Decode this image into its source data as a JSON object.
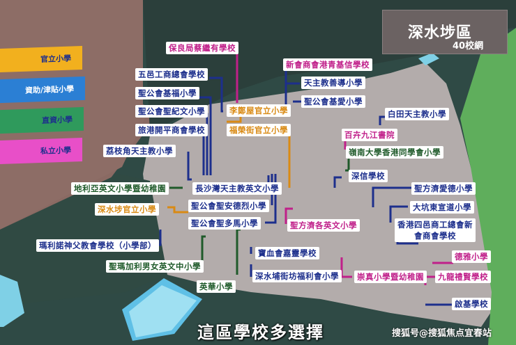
{
  "brand": {
    "title": "深水埗區",
    "subtitle": "40校網"
  },
  "legend": [
    {
      "label": "官立小學",
      "color": "#f2b01e"
    },
    {
      "label": "資助/津貼小學",
      "color": "#2b7fd4"
    },
    {
      "label": "直資小學",
      "color": "#2f9a5c"
    },
    {
      "label": "私立小學",
      "color": "#e84fc8"
    }
  ],
  "schools": {
    "s1": "保良局蔡繼有學校",
    "s2": "新會商會港青基信學校",
    "s3": "五邑工商總會學校",
    "s4": "聖公會基福小學",
    "s5": "聖公會聖紀文小學",
    "s6": "旅港開平商會學校",
    "s7": "李鄭屋官立小學",
    "s8": "福榮街官立小學",
    "s9": "天主教善導小學",
    "s10": "聖公會基愛小學",
    "s11": "白田天主教小學",
    "s12": "百卉九江書院",
    "s13": "荔枝角天主教小學",
    "s14": "嶺南大學香港同學會小學",
    "s15": "深信學校",
    "s16": "地利亞英文小學暨幼稚園",
    "s17": "長沙灣天主教英文小學",
    "s18": "聖方濟愛德小學",
    "s19": "深水埗官立小學",
    "s20": "聖公會聖安德烈小學",
    "s21": "大坑東宣道小學",
    "s22": "聖公會聖多馬小學",
    "s23": "聖方濟各英文小學",
    "s24": "香港四邑商工總會新會商會學校",
    "s25": "瑪利諾神父教會學校（小學部）",
    "s26": "寶血會嘉靈學校",
    "s27": "德雅小學",
    "s28": "聖瑪加利男女英文中小學",
    "s29": "深水埔街坊福利會小學",
    "s30": "崇真小學暨幼稚園",
    "s31": "九龍禮賢學校",
    "s32": "英華小學",
    "s33": "啟基學校"
  },
  "subtitle": "這區學校多選擇",
  "watermark": "搜狐号@搜狐焦点宜春站"
}
